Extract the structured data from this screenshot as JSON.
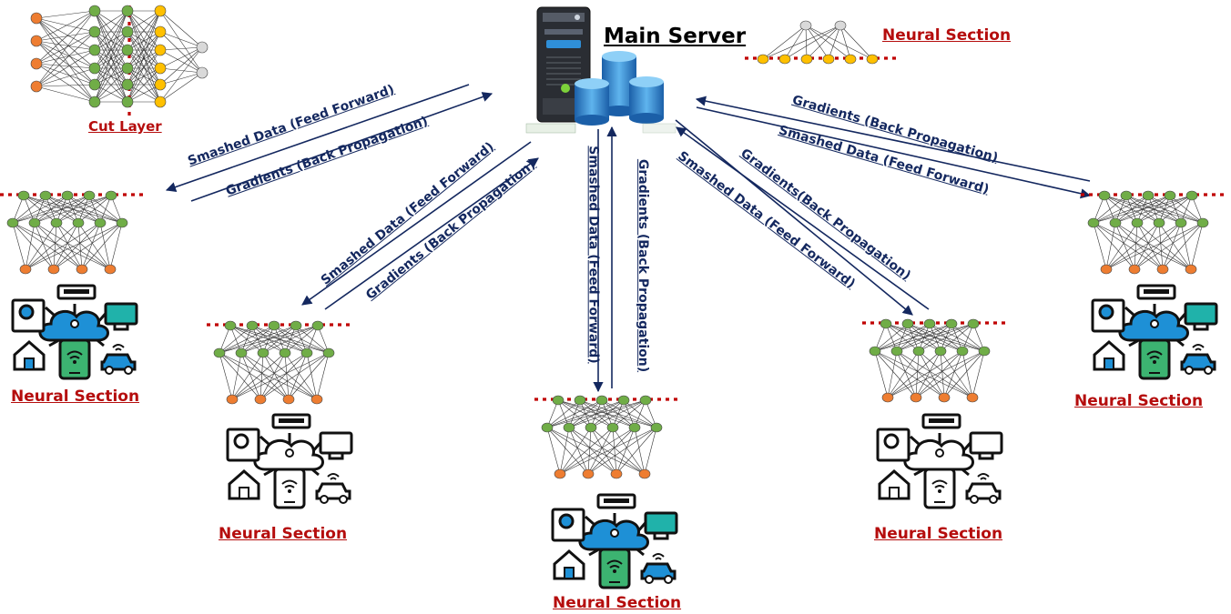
{
  "server": {
    "title": "Main Server"
  },
  "cut_layer": {
    "label": "Cut Layer"
  },
  "server_section": {
    "label": "Neural Section"
  },
  "clients": [
    {
      "label": "Neural Section"
    },
    {
      "label": "Neural Section"
    },
    {
      "label": "Neural Section"
    },
    {
      "label": "Neural Section"
    },
    {
      "label": "Neural Section"
    }
  ],
  "flows": {
    "c1_forward": "Smashed Data (Feed Forward)",
    "c1_backward": "Gradients (Back Propagation)",
    "c2_forward": "Smashed Data (Feed Forward)",
    "c2_backward": "Gradients (Back Propagation)",
    "c3_forward": "Smashed Data (Feed Forward)",
    "c3_backward": "Gradients (Back Propagation)",
    "c4_forward": "Smashed Data (Feed Forward)",
    "c4_backward": "Gradients(Back Propagation)",
    "c5_forward": "Smashed Data (Feed Forward)",
    "c5_backward": "Gradients (Back Propagation)"
  },
  "colors": {
    "label_red": "#b50d0d",
    "arrow_navy": "#14285f",
    "node_orange": "#ee7d31",
    "node_green": "#70ad47",
    "node_yellow": "#ffc000",
    "node_gray": "#d9d9d9",
    "cloud_blue": "#1e90d6",
    "screen_green": "#3cb371",
    "screen_teal": "#20b2aa",
    "cut_line": "#c00000"
  },
  "icons": {
    "server": "server-icon",
    "database": "database-cylinders-icon",
    "iot": "iot-cloud-devices-icon"
  }
}
